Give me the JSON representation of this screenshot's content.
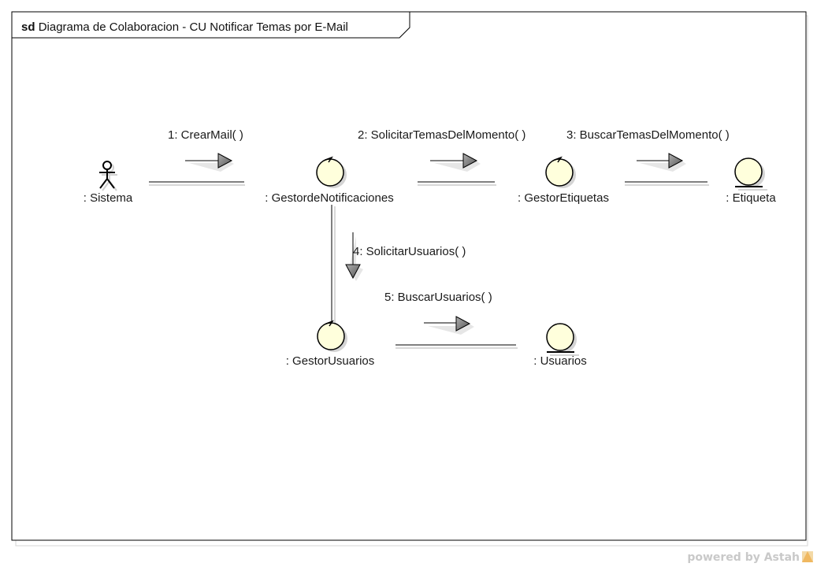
{
  "frame": {
    "keyword": "sd",
    "title": "Diagrama de Colaboracion - CU Notificar Temas por E-Mail"
  },
  "objects": {
    "sistema": ": Sistema",
    "gestor_notificaciones": ": GestordeNotificaciones",
    "gestor_etiquetas": ": GestorEtiquetas",
    "etiqueta": ": Etiqueta",
    "gestor_usuarios": ": GestorUsuarios",
    "usuarios": ": Usuarios"
  },
  "messages": {
    "m1": "1: CrearMail( )",
    "m2": "2: SolicitarTemasDelMomento( )",
    "m3": "3: BuscarTemasDelMomento( )",
    "m4": "4: SolicitarUsuarios( )",
    "m5": "5: BuscarUsuarios( )"
  },
  "watermark": {
    "text": "powered by Astah"
  },
  "colors": {
    "element_fill": "#ffffdc",
    "stroke": "#000000",
    "shadow": "#d0d0d0",
    "arrow_fill": "#808080"
  }
}
